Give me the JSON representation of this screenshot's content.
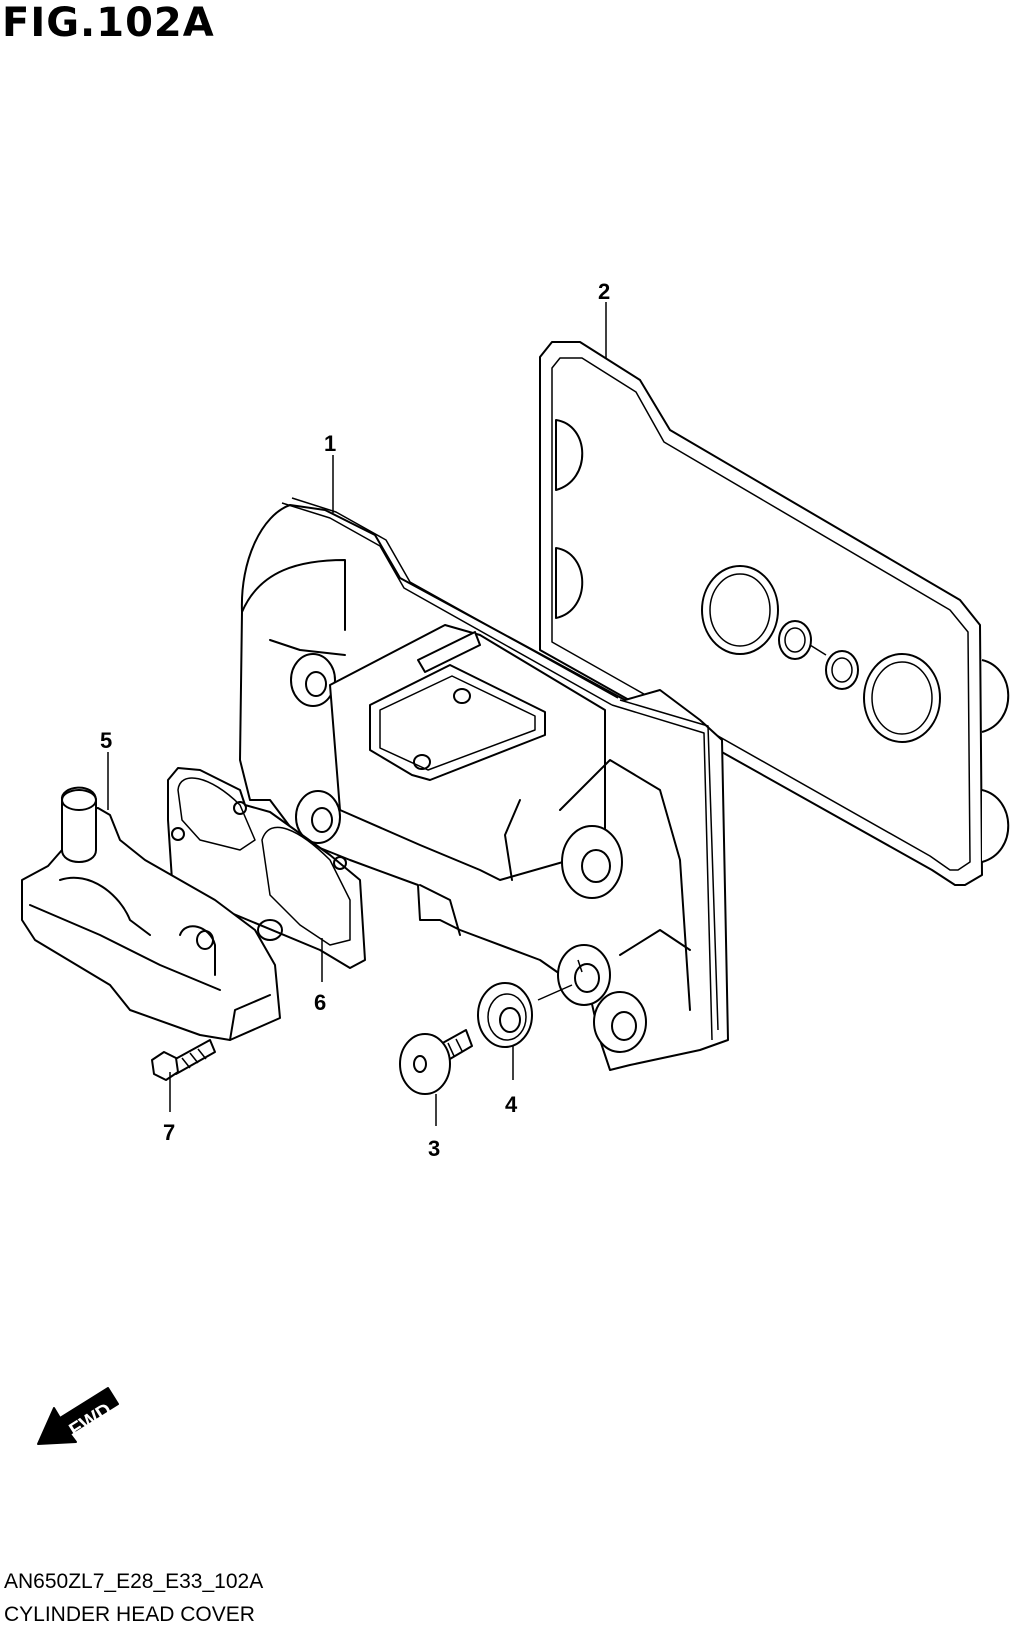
{
  "figure": {
    "title": "FIG.102A",
    "code": "AN650ZL7_E28_E33_102A",
    "caption": "CYLINDER HEAD COVER"
  },
  "callouts": [
    "1",
    "2",
    "3",
    "4",
    "5",
    "6",
    "7"
  ],
  "fwd_label": "FWD"
}
